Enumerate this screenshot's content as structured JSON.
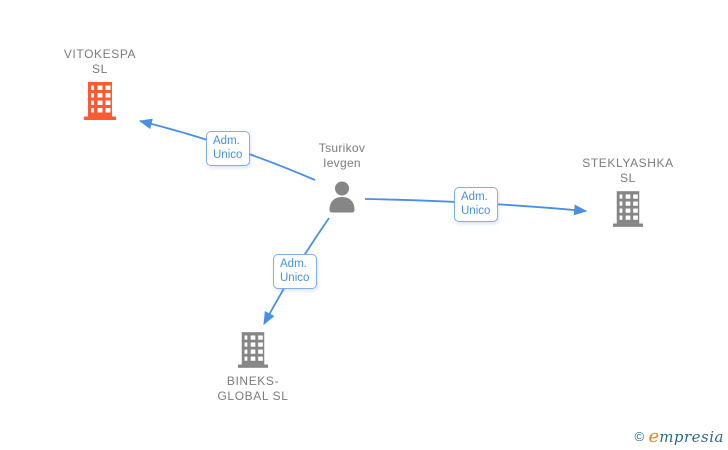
{
  "person": {
    "name_lines": [
      "Tsurikov",
      "Ievgen"
    ]
  },
  "companies": [
    {
      "name_lines": [
        "VITOKESPA",
        "SL"
      ],
      "full_name": "VITOKESPA SL",
      "icon": "building-icon",
      "icon_color": "#fa5b32"
    },
    {
      "name_lines": [
        "STEKLYASHKA",
        "SL"
      ],
      "full_name": "STEKLYASHKA SL",
      "icon": "building-icon",
      "icon_color": "#868686"
    },
    {
      "name_lines": [
        "BINEKS-",
        "GLOBAL SL"
      ],
      "full_name": "BINEKS-GLOBAL SL",
      "icon": "building-icon",
      "icon_color": "#868686"
    }
  ],
  "edges": [
    {
      "from": "Tsurikov Ievgen",
      "to": "VITOKESPA SL",
      "label_lines": [
        "Adm.",
        "Unico"
      ]
    },
    {
      "from": "Tsurikov Ievgen",
      "to": "STEKLYASHKA SL",
      "label_lines": [
        "Adm.",
        "Unico"
      ]
    },
    {
      "from": "Tsurikov Ievgen",
      "to": "BINEKS-GLOBAL SL",
      "label_lines": [
        "Adm.",
        "Unico"
      ]
    }
  ],
  "colors": {
    "edge_blue": "#4a90e2",
    "edge_label_text": "#4a8fe2",
    "edge_label_border": "#7fb0ec",
    "company_orange": "#fa5b32",
    "icon_gray": "#868686",
    "label_gray": "#7c7c7c",
    "brand_teal": "#2a6b85",
    "brand_orange": "#ee7f2d"
  },
  "footer": {
    "copyright_symbol": "©",
    "brand_initial": "e",
    "brand_rest": "mpresia"
  }
}
